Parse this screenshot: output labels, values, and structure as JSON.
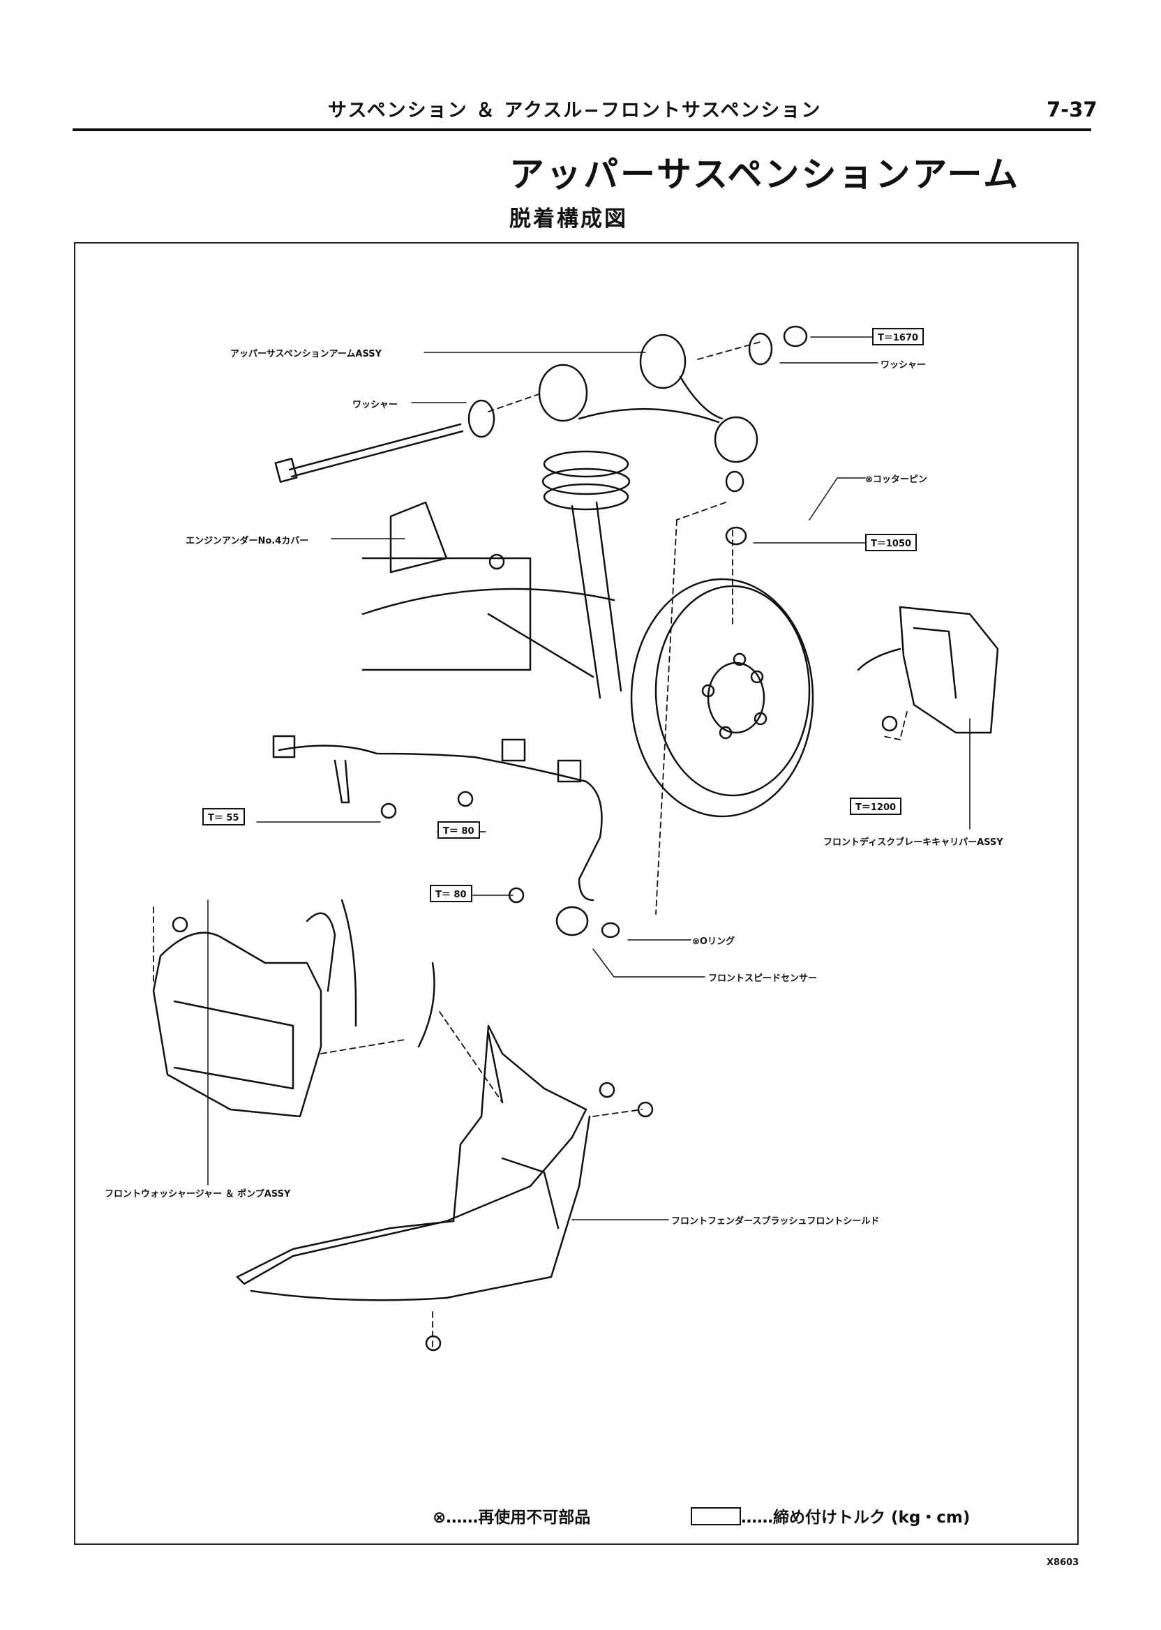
{
  "header": {
    "chapter_title": "サスペンション ＆ アクスル−フロントサスペンション",
    "page_number": "7-37"
  },
  "section": {
    "title": "アッパーサスペンションアーム",
    "subtitle": "脱着構成図"
  },
  "labels": {
    "upper_arm_assy": "アッパーサスペンションアームASSY",
    "washer_left": "ワッシャー",
    "washer_right": "ワッシャー",
    "cotter_pin": "コッターピン",
    "engine_under_cover": "エンジンアンダーNo.4カバー",
    "caliper_assy": "フロントディスクブレーキキャリパーASSY",
    "o_ring": "Oリング",
    "speed_sensor": "フロントスピードセンサー",
    "washer_pump_assy": "フロントウォッシャージャー ＆ ポンプASSY",
    "splash_shield": "フロントフェンダースプラッシュフロントシールド"
  },
  "torques": {
    "t1670": "T＝1670",
    "t1050": "T＝1050",
    "t1200": "T＝1200",
    "t55": "T＝ 55",
    "t80a": "T＝ 80",
    "t80b": "T＝ 80"
  },
  "legend": {
    "non_reusable": "……再使用不可部品",
    "torque": "……締め付けトルク (kg・cm)"
  },
  "figure_code": "X8603"
}
